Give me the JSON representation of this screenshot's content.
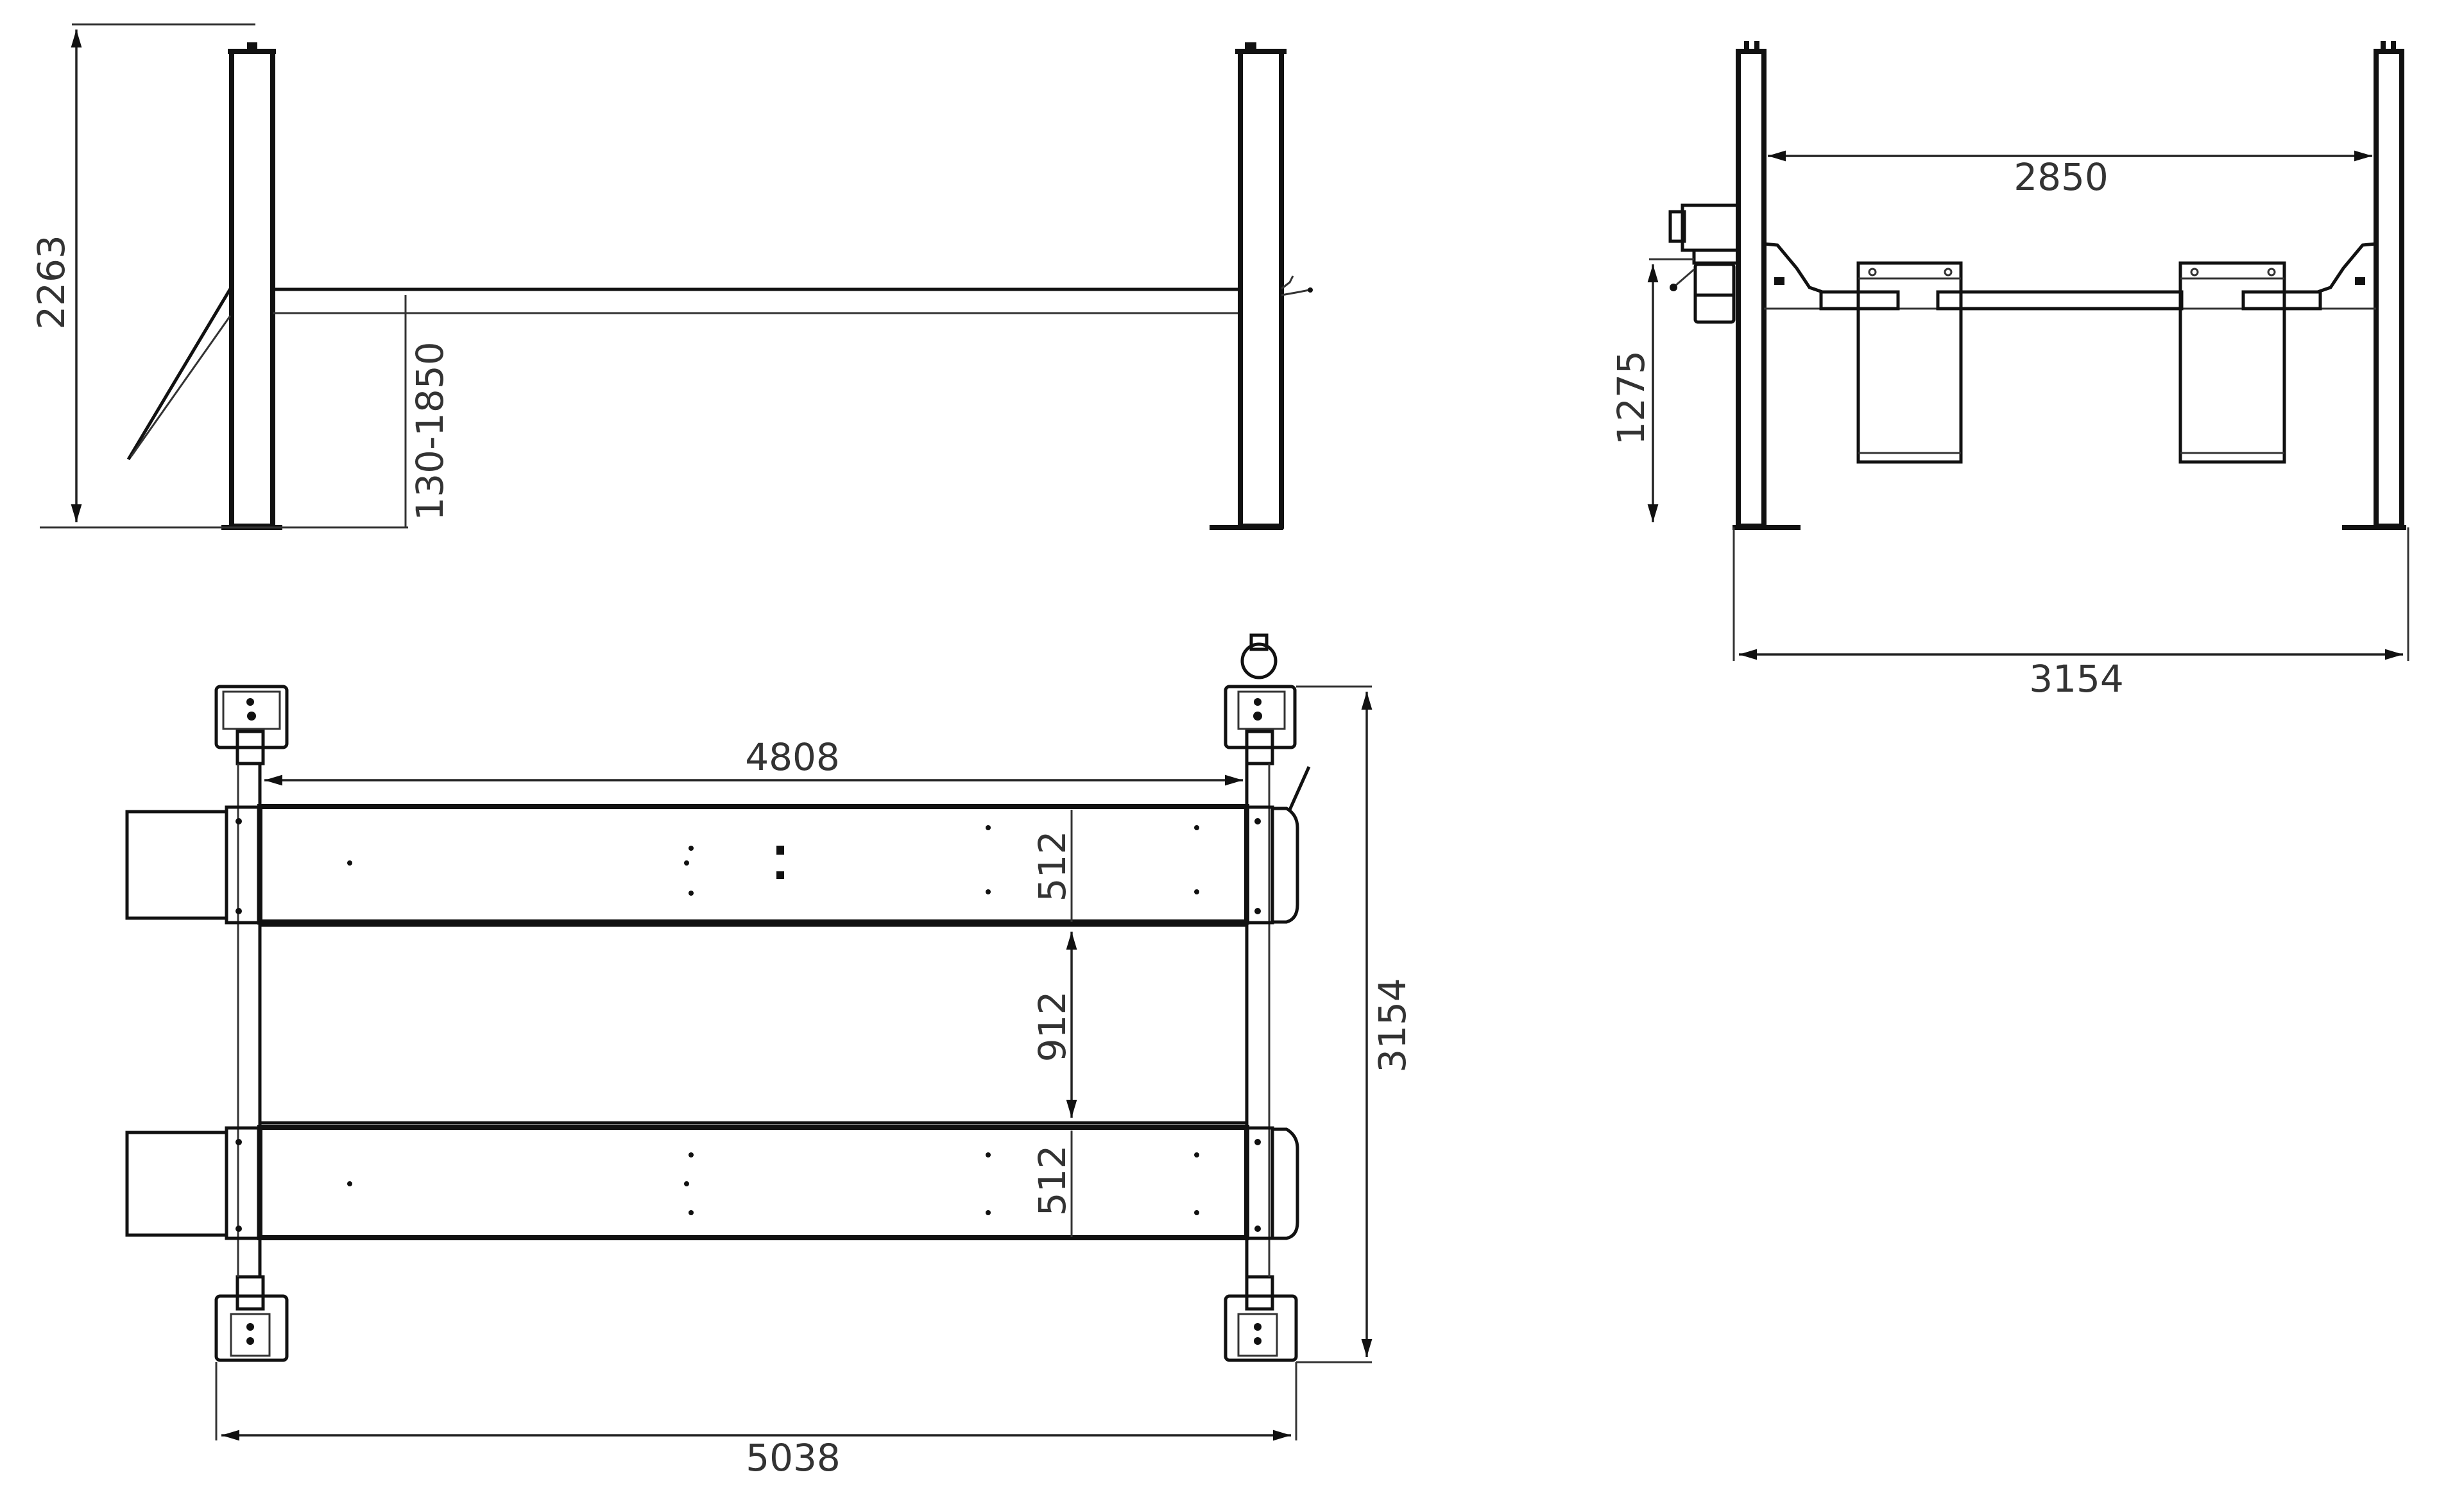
{
  "drawing": {
    "subject": "Four-post car lift dimension drawing",
    "views": [
      {
        "id": "side-view",
        "dimensions": {
          "overall_height": "2263",
          "lift_height_range": "130-1850"
        }
      },
      {
        "id": "end-view",
        "dimensions": {
          "inner_column_span": "2850",
          "outer_width": "3154",
          "power_unit_height": "1275"
        }
      },
      {
        "id": "plan-view",
        "dimensions": {
          "runway_length": "4808",
          "runway_width_top": "512",
          "runway_gap": "912",
          "runway_width_bottom": "512",
          "overall_width": "3154",
          "overall_length": "5038"
        }
      }
    ],
    "units": "mm",
    "line_color": "#111111",
    "background": "#ffffff"
  }
}
